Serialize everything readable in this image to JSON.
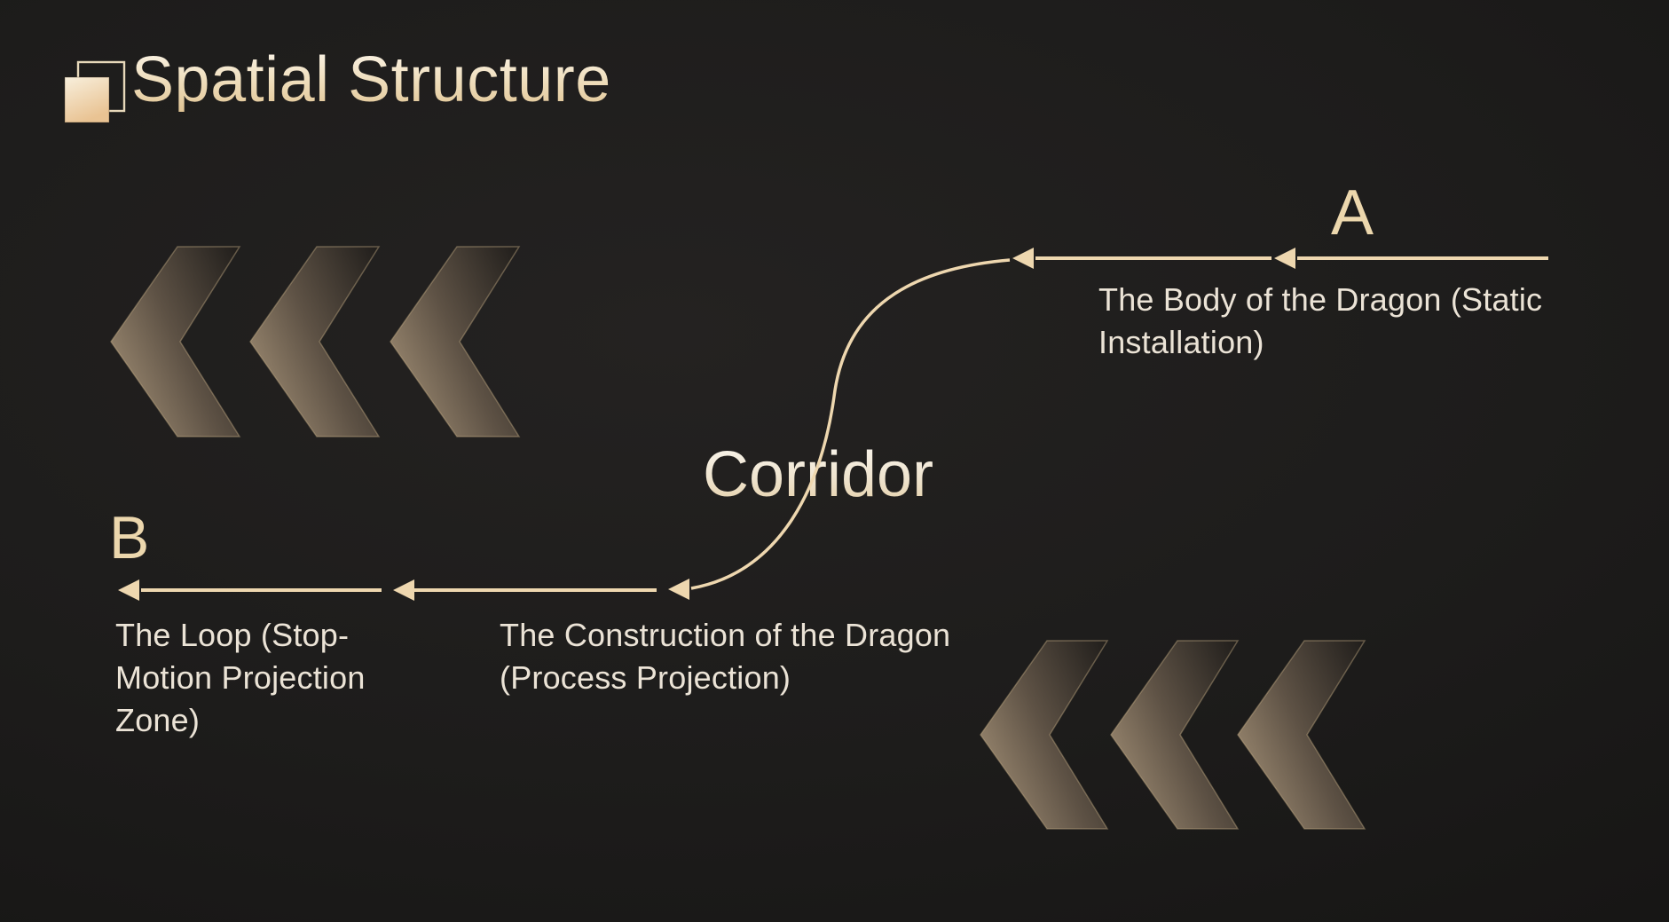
{
  "slide": {
    "title": "Spatial Structure"
  },
  "labels": {
    "corridor": "Corridor",
    "point_a": "A",
    "point_b": "B"
  },
  "captions": {
    "body_of_dragon": "The Body of the Dragon (Static Installation)",
    "loop": "The Loop (Stop-Motion Projection Zone)",
    "construction": "The Construction of the Dragon (Process Projection)"
  },
  "colors": {
    "background": "#1b1a19",
    "arrow": "#eed7af",
    "point_label": "#ecd7ad",
    "caption_text": "#ebe3d6",
    "title_gradient_top": "#faf4e8",
    "title_gradient_bottom": "#e0c494",
    "chevron_light": "#97856d",
    "chevron_dark": "#221f1c"
  },
  "decor": {
    "chevron_group_count": 2,
    "chevrons_per_group": 3
  }
}
